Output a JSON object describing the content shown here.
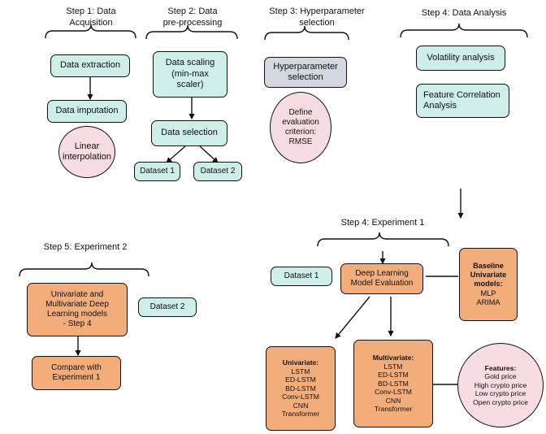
{
  "diagram": {
    "title": "Cryptocurrency deep learning experiment pipeline flowchart",
    "colors": {
      "teal": "#cdeee9",
      "pink": "#f7dde3",
      "orange": "#f2ad7a",
      "gray": "#d3d8e0",
      "stroke": "#111111",
      "background": "#ffffff"
    }
  },
  "steps": {
    "step1": {
      "label": "Step 1: Data\nAcquisition",
      "nodes": {
        "data_extraction": "Data extraction",
        "data_imputation": "Data imputation",
        "linear_interpolation": "Linear\ninterpolation"
      }
    },
    "step2": {
      "label": "Step 2: Data\npre-processing",
      "nodes": {
        "data_scaling": "Data scaling\n(min-max\nscaler)",
        "data_selection": "Data selection",
        "dataset_1": "Dataset 1",
        "dataset_2": "Dataset 2"
      }
    },
    "step3": {
      "label": "Step 3: Hyperparameter\nselection",
      "nodes": {
        "hyperparameter_selection": "Hyperparameter\nselection",
        "define_evaluation_criterion": "Define\nevaluation\ncriterion:\nRMSE"
      }
    },
    "step4_analysis": {
      "label": "Step 4: Data Analysis",
      "nodes": {
        "volatility_analysis": "Volatility analysis",
        "feature_correlation_analysis": "Feature Correlation\nAnalysis"
      }
    },
    "step4_experiment1": {
      "label": "Step 4: Experiment 1",
      "nodes": {
        "dataset_1": "Dataset 1",
        "deep_learning_model_evaluation": "Deep Learning\nModel Evaluation",
        "baseline": {
          "heading": "Baseline\nUnivariate\nmodels:",
          "items": "MLP\nARIMA"
        },
        "univariate": {
          "heading": "Univariate:",
          "items": "LSTM\nED-LSTM\nBD-LSTM\nConv-LSTM\nCNN\nTransformer"
        },
        "multivariate": {
          "heading": "Multivariate:",
          "items": "LSTM\nED-LSTM\nBD-LSTM\nConv-LSTM\nCNN\nTransformer"
        },
        "features": {
          "heading": "Features:",
          "items": "Gold price\nHigh crypto  price\nLow crypto price\nOpen crypto  price"
        }
      }
    },
    "step5_experiment2": {
      "label": "Step 5: Experiment 2",
      "nodes": {
        "uni_multi_models": "Univariate and\nMultivariate Deep\nLearning models\n- Step 4",
        "dataset_2": "Dataset 2",
        "compare_with_experiment_1": "Compare  with\nExperiment 1"
      }
    }
  }
}
